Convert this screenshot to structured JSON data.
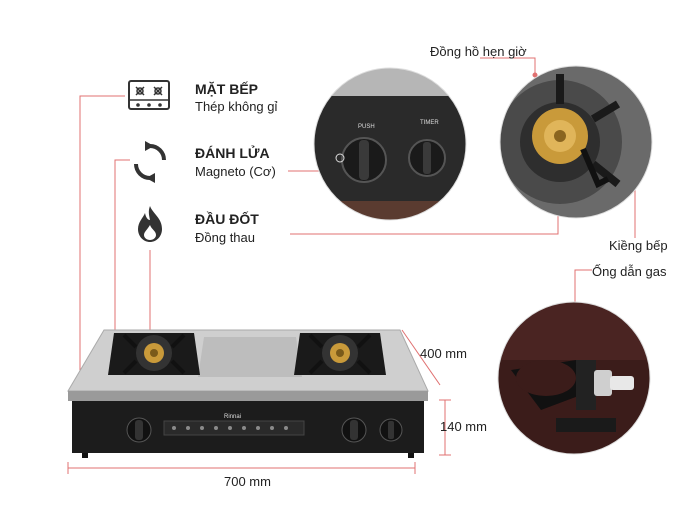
{
  "features": [
    {
      "title": "MẶT BẾP",
      "subtitle": "Thép không gỉ",
      "icon": "stove-top-icon"
    },
    {
      "title": "ĐÁNH LỬA",
      "subtitle": "Magneto (Cơ)",
      "icon": "ignition-cycle-icon"
    },
    {
      "title": "ĐẦU ĐỐT",
      "subtitle": "Đồng thau",
      "icon": "flame-icon"
    }
  ],
  "callouts": {
    "timer": "Đồng hồ hẹn giờ",
    "pan_support": "Kiềng bếp",
    "gas_pipe": "Ống dẫn gas"
  },
  "dimensions": {
    "width": "700 mm",
    "depth": "400 mm",
    "height": "140 mm"
  },
  "knob_labels": {
    "push": "PUSH",
    "timer": "TIMER"
  },
  "brand": "Rinnai",
  "colors": {
    "leader_line": "#e07070",
    "body": "#1c1c1c",
    "steel": "#c8c8c8",
    "brass": "#c99a3a"
  }
}
